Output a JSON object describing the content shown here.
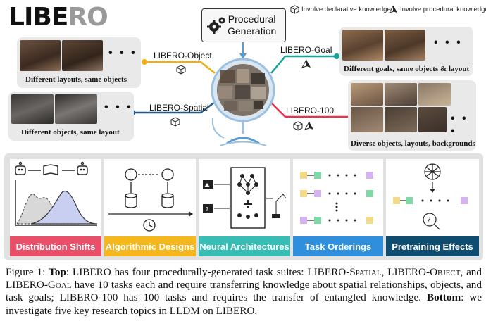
{
  "header": {
    "logo_text": "LIBERO",
    "logo_main": "LIBE",
    "logo_r": "R",
    "logo_o": "O",
    "legend_declarative": "Involve declarative knowledge",
    "legend_procedural": "Involve procedural knowledge",
    "procedural_line1": "Procedural",
    "procedural_line2": "Generation"
  },
  "suites": {
    "object": {
      "label": "LIBERO-Object",
      "caption": "Different layouts, same objects"
    },
    "spatial": {
      "label": "LIBERO-Spatial",
      "caption": "Different objects, same layout"
    },
    "goal": {
      "label": "LIBERO-Goal",
      "caption": "Different goals, same objects & layout"
    },
    "hundred": {
      "label": "LIBERO-100",
      "caption": "Diverse objects, layouts, backgrounds"
    },
    "dots": "• • •"
  },
  "topics": [
    {
      "title": "Distribution Shifts",
      "color": "#e8506a"
    },
    {
      "title": "Algorithmic Designs",
      "color": "#f4b81e"
    },
    {
      "title": "Neural Architectures",
      "color": "#38bdb4"
    },
    {
      "title": "Task Orderings",
      "color": "#2f8fdc"
    },
    {
      "title": "Pretraining Effects",
      "color": "#0f4d70"
    }
  ],
  "colors": {
    "object_line": "#f2ae17",
    "spatial_line": "#1f5a8a",
    "goal_line": "#16a398",
    "hundred_line": "#e8334a"
  },
  "caption": {
    "prefix": "Figure 1: ",
    "top_label": "Top",
    "top_text_1": ": LIBERO has four procedurally-generated task suites: LIBERO-",
    "spatial_sc": "Spatial",
    "sep1": ", LIBERO-",
    "object_sc": "Object",
    "sep2": ", and LIBERO-",
    "goal_sc": "Goal",
    "top_text_2": " have 10 tasks each and require transferring knowledge about spatial relationships, objects, and task goals; LIBERO-100 has 100 tasks and requires the transfer of entangled knowledge. ",
    "bottom_label": "Bottom",
    "bottom_text": ": we investigate five key research topics in LLDM on LIBERO."
  }
}
